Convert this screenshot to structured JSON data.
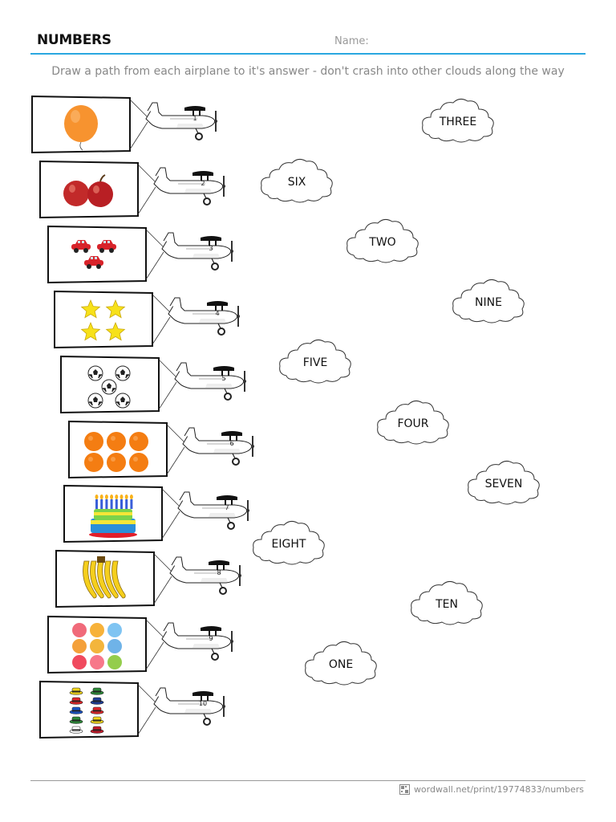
{
  "header": {
    "title": "NUMBERS",
    "name_label": "Name:"
  },
  "instructions": "Draw a path from each airplane to it's answer - don't crash into other clouds along the way",
  "items": [
    {
      "number": "1",
      "picture": "balloon-icon"
    },
    {
      "number": "2",
      "picture": "apple-icon"
    },
    {
      "number": "3",
      "picture": "car-icon"
    },
    {
      "number": "4",
      "picture": "star-icon"
    },
    {
      "number": "5",
      "picture": "soccer-ball-icon"
    },
    {
      "number": "6",
      "picture": "orange-icon"
    },
    {
      "number": "7",
      "picture": "birthday-cake-icon"
    },
    {
      "number": "8",
      "picture": "banana-icon"
    },
    {
      "number": "9",
      "picture": "colored-dot-icon"
    },
    {
      "number": "10",
      "picture": "hat-icon"
    }
  ],
  "clouds": [
    "THREE",
    "SIX",
    "TWO",
    "NINE",
    "FIVE",
    "FOUR",
    "SEVEN",
    "EIGHT",
    "TEN",
    "ONE"
  ],
  "footer": {
    "url": "wordwall.net/print/19774833/numbers"
  },
  "colors": {
    "accent_rule": "#2aa7e0"
  }
}
